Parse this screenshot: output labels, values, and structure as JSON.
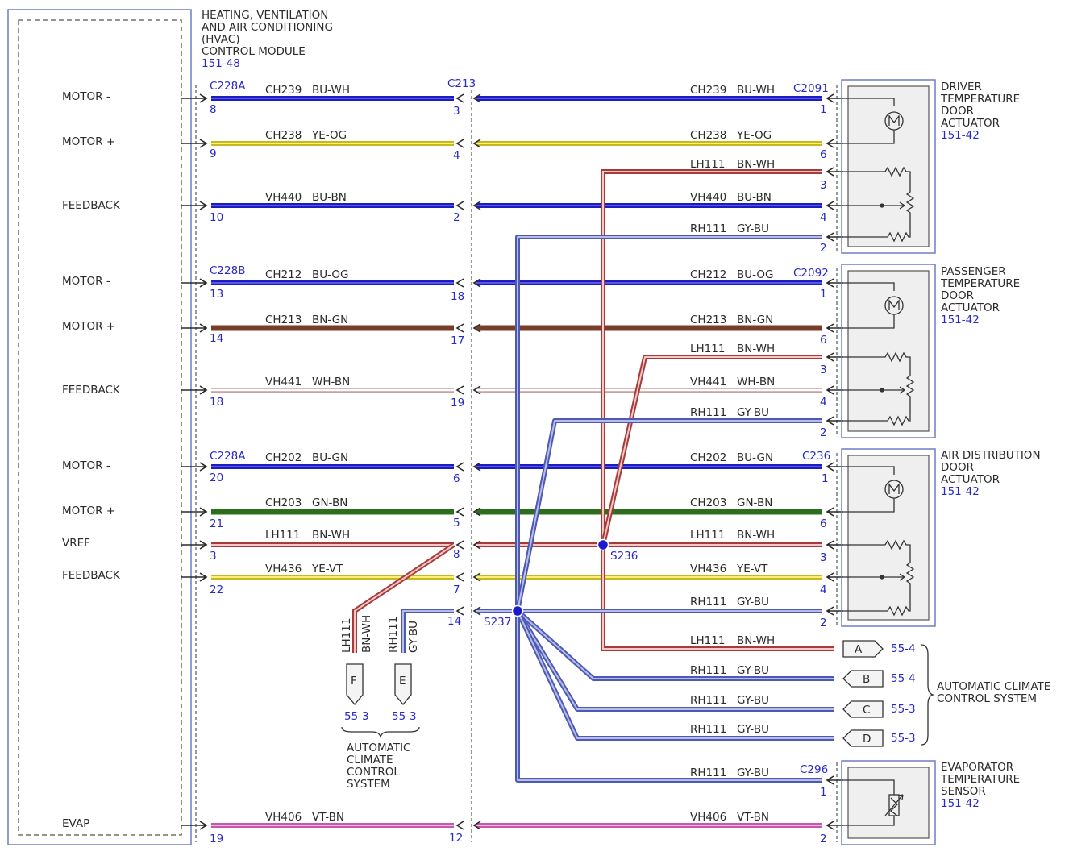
{
  "module": {
    "title_lines": [
      "HEATING, VENTILATION",
      "AND AIR CONDITIONING",
      "(HVAC)",
      "CONTROL MODULE"
    ],
    "ref": "151-48",
    "pins": [
      {
        "label": "MOTOR -",
        "pin": "8",
        "wire": "CH239",
        "color": "BU-WH",
        "hex": "#2323c8",
        "c213_pin": "3"
      },
      {
        "label": "MOTOR +",
        "pin": "9",
        "wire": "CH238",
        "color": "YE-OG",
        "hex": "#e8d838",
        "c213_pin": "4"
      },
      {
        "label": "FEEDBACK",
        "pin": "10",
        "wire": "VH440",
        "color": "BU-BN",
        "hex": "#2323c8",
        "c213_pin": "2"
      },
      {
        "label": "MOTOR -",
        "pin": "13",
        "wire": "CH212",
        "color": "BU-OG",
        "hex": "#2323c8",
        "c213_pin": "18"
      },
      {
        "label": "MOTOR +",
        "pin": "14",
        "wire": "CH213",
        "color": "BN-GN",
        "hex": "#7a3d28",
        "c213_pin": "17"
      },
      {
        "label": "FEEDBACK",
        "pin": "18",
        "wire": "VH441",
        "color": "WH-BN",
        "hex": "#f4e4e0",
        "c213_pin": "19"
      },
      {
        "label": "MOTOR -",
        "pin": "20",
        "wire": "CH202",
        "color": "BU-GN",
        "hex": "#2323c8",
        "c213_pin": "6"
      },
      {
        "label": "MOTOR +",
        "pin": "21",
        "wire": "CH203",
        "color": "GN-BN",
        "hex": "#2c6e1c",
        "c213_pin": "5"
      },
      {
        "label": "VREF",
        "pin": "3",
        "wire": "LH111",
        "color": "BN-WH",
        "hex": "#a83a3a",
        "c213_pin": "8"
      },
      {
        "label": "FEEDBACK",
        "pin": "22",
        "wire": "VH436",
        "color": "YE-VT",
        "hex": "#e8d838",
        "c213_pin": "7"
      },
      {
        "label": "EVAP",
        "pin": "19",
        "wire": "VH406",
        "color": "VT-BN",
        "hex": "#d877c2",
        "c213_pin": "12"
      }
    ],
    "connectors": [
      "C228A",
      "C228B",
      "C228A"
    ]
  },
  "inline_connector": {
    "name": "C213",
    "extra_pin": "14"
  },
  "splices": [
    "S236",
    "S237"
  ],
  "components": [
    {
      "name_lines": [
        "DRIVER",
        "TEMPERATURE",
        "DOOR",
        "ACTUATOR"
      ],
      "ref": "151-42",
      "connector": "C2091",
      "wires": [
        {
          "wire": "CH239",
          "color": "BU-WH",
          "pin": "1"
        },
        {
          "wire": "CH238",
          "color": "YE-OG",
          "pin": "6"
        },
        {
          "wire": "LH111",
          "color": "BN-WH",
          "pin": "3"
        },
        {
          "wire": "VH440",
          "color": "BU-BN",
          "pin": "4"
        },
        {
          "wire": "RH111",
          "color": "GY-BU",
          "pin": "2"
        }
      ]
    },
    {
      "name_lines": [
        "PASSENGER",
        "TEMPERATURE",
        "DOOR",
        "ACTUATOR"
      ],
      "ref": "151-42",
      "connector": "C2092",
      "wires": [
        {
          "wire": "CH212",
          "color": "BU-OG",
          "pin": "1"
        },
        {
          "wire": "CH213",
          "color": "BN-GN",
          "pin": "6"
        },
        {
          "wire": "LH111",
          "color": "BN-WH",
          "pin": "3"
        },
        {
          "wire": "VH441",
          "color": "WH-BN",
          "pin": "4"
        },
        {
          "wire": "RH111",
          "color": "GY-BU",
          "pin": "2"
        }
      ]
    },
    {
      "name_lines": [
        "AIR DISTRIBUTION",
        "DOOR",
        "ACTUATOR"
      ],
      "ref": "151-42",
      "connector": "C236",
      "wires": [
        {
          "wire": "CH202",
          "color": "BU-GN",
          "pin": "1"
        },
        {
          "wire": "CH203",
          "color": "GN-BN",
          "pin": "6"
        },
        {
          "wire": "LH111",
          "color": "BN-WH",
          "pin": "3"
        },
        {
          "wire": "VH436",
          "color": "YE-VT",
          "pin": "4"
        },
        {
          "wire": "RH111",
          "color": "GY-BU",
          "pin": "2"
        }
      ]
    },
    {
      "name_lines": [
        "EVAPORATOR",
        "TEMPERATURE",
        "SENSOR"
      ],
      "ref": "151-42",
      "connector": "C296",
      "wires": [
        {
          "wire": "RH111",
          "color": "GY-BU",
          "pin": "1"
        },
        {
          "wire": "VH406",
          "color": "VT-BN",
          "pin": "2"
        }
      ]
    }
  ],
  "offpage_right": [
    {
      "wire": "LH111",
      "color": "BN-WH",
      "letter": "A",
      "ref": "55-4"
    },
    {
      "wire": "RH111",
      "color": "GY-BU",
      "letter": "B",
      "ref": "55-4"
    },
    {
      "wire": "RH111",
      "color": "GY-BU",
      "letter": "C",
      "ref": "55-3"
    },
    {
      "wire": "RH111",
      "color": "GY-BU",
      "letter": "D",
      "ref": "55-3"
    }
  ],
  "offpage_right_group": [
    "AUTOMATIC CLIMATE",
    "CONTROL SYSTEM"
  ],
  "offpage_bottom": [
    {
      "wire": "LH111",
      "color": "BN-WH",
      "letter": "F",
      "ref": "55-3"
    },
    {
      "wire": "RH111",
      "color": "GY-BU",
      "letter": "E",
      "ref": "55-3"
    }
  ],
  "offpage_bottom_group": [
    "AUTOMATIC",
    "CLIMATE",
    "CONTROL",
    "SYSTEM"
  ],
  "colors": {
    "ink": "#2b2b2b",
    "blue_text": "#2929c9",
    "red": "#a83a3a",
    "gray_blue": "#6e7dc8"
  }
}
